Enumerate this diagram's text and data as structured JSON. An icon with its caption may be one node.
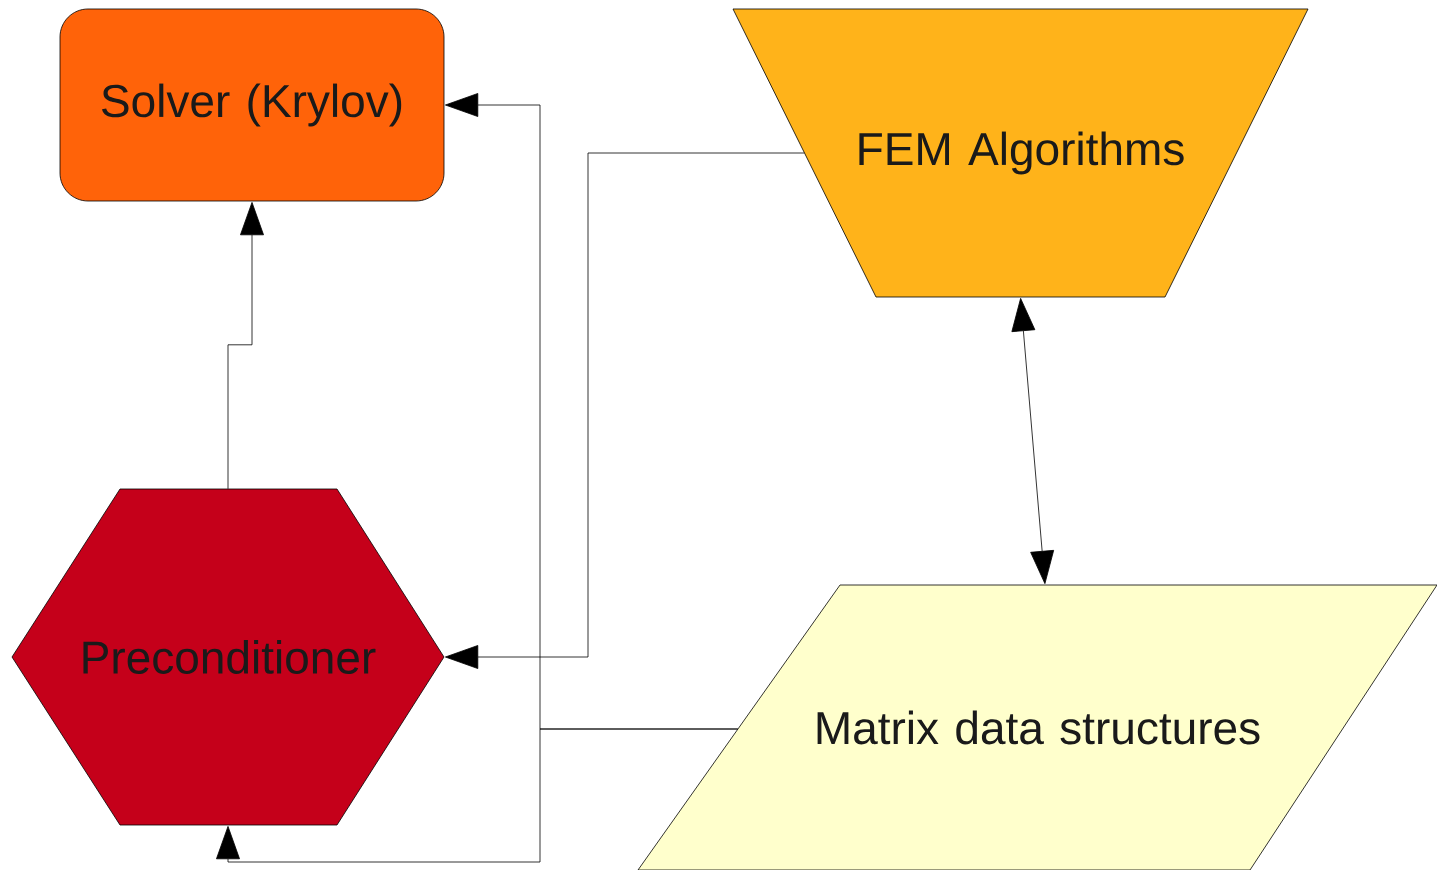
{
  "diagram": {
    "nodes": [
      {
        "text": [
          "Solver (Krylov)"
        ]
      },
      {
        "text": [
          "FEM Algorithms"
        ]
      },
      {
        "text": [
          "Preconditioner"
        ]
      },
      {
        "text": [
          "Matrix data structures"
        ]
      }
    ],
    "edges": [
      {
        "from": 2,
        "to": 0,
        "arrow": "to"
      },
      {
        "from": 1,
        "to": 2,
        "arrow": "to"
      },
      {
        "from": 3,
        "to": 0,
        "arrow": "to"
      },
      {
        "from": 3,
        "to": 2,
        "arrow": "to"
      },
      {
        "from": 1,
        "to": 3,
        "arrow": "both"
      }
    ]
  }
}
